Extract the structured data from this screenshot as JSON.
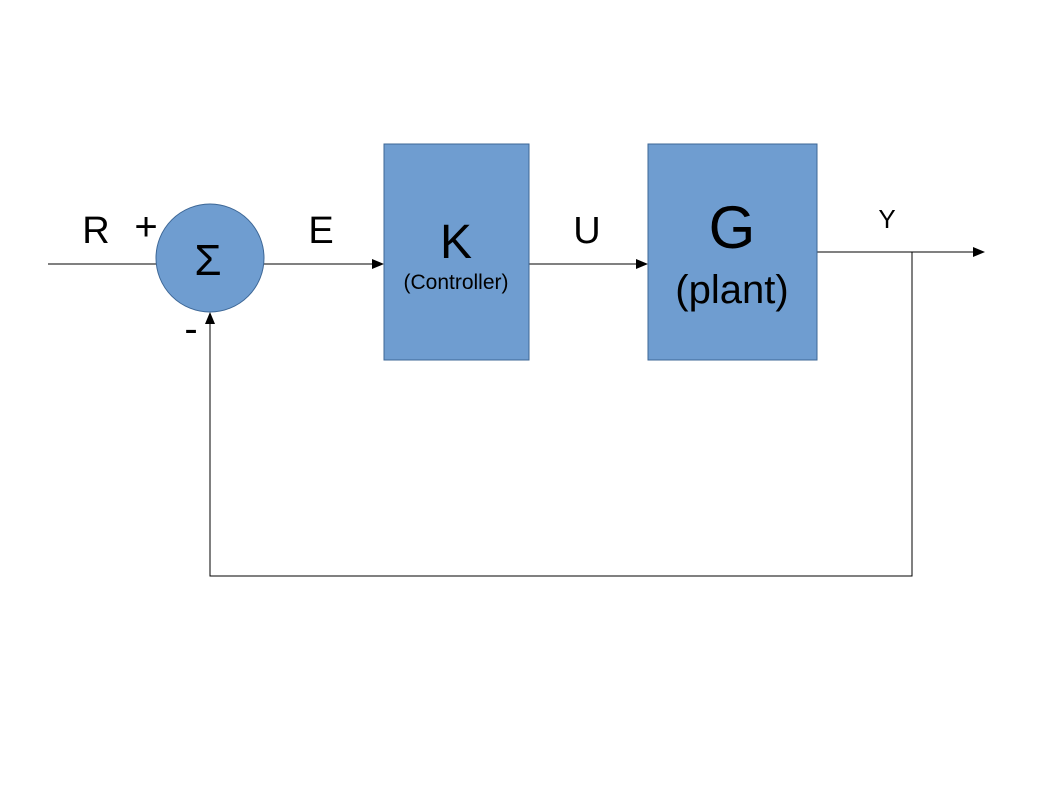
{
  "signals": {
    "reference": "R",
    "error": "E",
    "control": "U",
    "output": "Y"
  },
  "summing_junction": {
    "symbol": "Σ",
    "plus_sign": "+",
    "minus_sign": "-"
  },
  "controller_block": {
    "name": "K",
    "caption": "(Controller)"
  },
  "plant_block": {
    "name": "G",
    "caption": "(plant)"
  },
  "colors": {
    "block_fill": "#6f9dd0",
    "block_stroke": "#3d6796",
    "line": "#000000",
    "background": "#ffffff"
  }
}
